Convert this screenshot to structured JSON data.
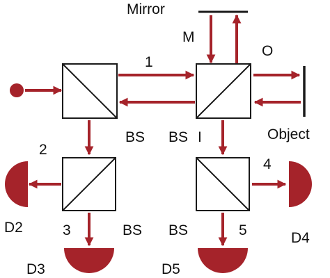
{
  "colors": {
    "beam": "#a5232a",
    "outline": "#1a1a1a",
    "detector": "#a5232a"
  },
  "labels": {
    "mirror": "Mirror",
    "M": "M",
    "path_1": "1",
    "O": "O",
    "object": "Object",
    "bs_center_left": "BS",
    "bs_center_right": "BS",
    "I": "I",
    "path_2": "2",
    "path_3": "3",
    "path_4": "4",
    "path_5": "5",
    "bs_bottom_left": "BS",
    "bs_bottom_right": "BS",
    "D2": "D2",
    "D3": "D3",
    "D4": "D4",
    "D5": "D5"
  }
}
